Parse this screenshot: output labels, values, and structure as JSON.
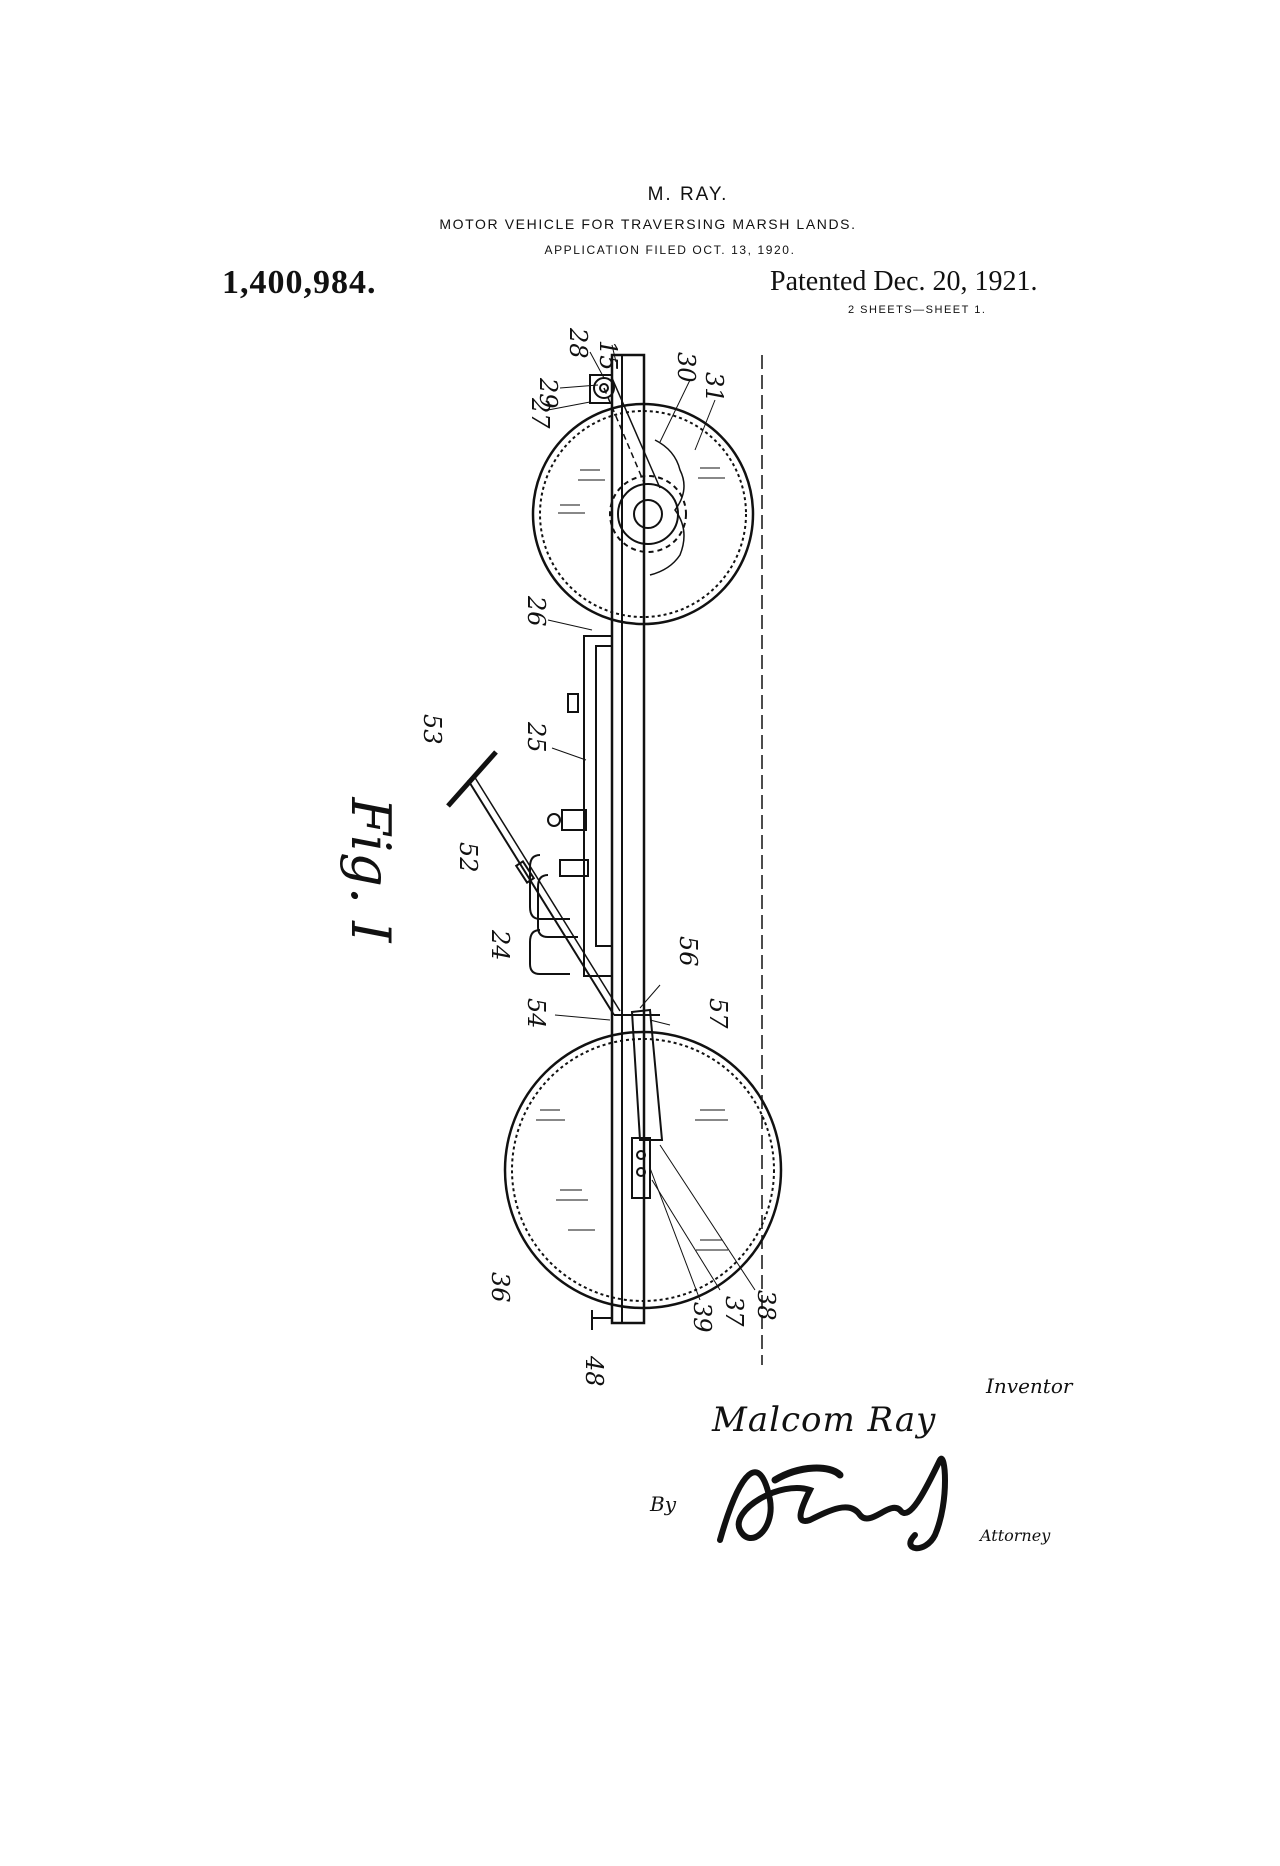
{
  "header": {
    "inventor_name": "M. RAY.",
    "title": "MOTOR VEHICLE FOR TRAVERSING MARSH LANDS.",
    "filed": "APPLICATION FILED OCT. 13, 1920."
  },
  "patent_number": "1,400,984.",
  "patented_date": "Patented Dec. 20, 1921.",
  "sheets": "2 SHEETS—SHEET 1.",
  "figure_label": "Fig. I",
  "reference_numerals": [
    "15",
    "28",
    "29",
    "27",
    "30",
    "31",
    "26",
    "25",
    "53",
    "52",
    "24",
    "56",
    "57",
    "54",
    "36",
    "48",
    "39",
    "37",
    "38"
  ],
  "signature_block": {
    "inventor_caption": "Inventor",
    "inventor_signature": "Malcom Ray",
    "by": "By",
    "attorney_signature": "A. Randolph Jr.",
    "attorney_caption": "Attorney"
  }
}
